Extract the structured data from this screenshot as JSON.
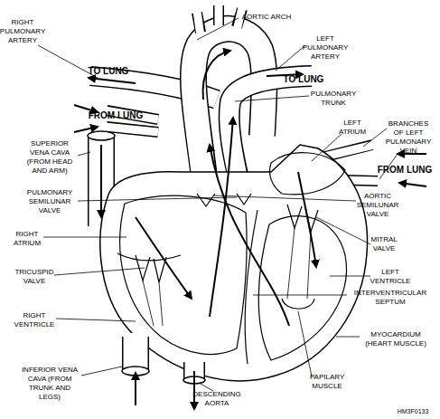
{
  "diagram": {
    "labels": [
      "RIGHT PULMONARY ARTERY",
      "AORTIC ARCH",
      "LEFT PULMONARY ARTERY",
      "TO LUNG",
      "TO LUNG",
      "PULMONARY TRUNK",
      "FROM LUNG",
      "LEFT ATRIUM",
      "BRANCHES OF LEFT PULMONARY VEIN",
      "SUPERIOR VENA CAVA (FROM HEAD AND ARM)",
      "FROM LUNG",
      "PULMONARY SEMILUNAR VALVE",
      "AORTIC SEMILUNAR VALVE",
      "RIGHT ATRIUM",
      "MITRAL VALVE",
      "LEFT VENTRICLE",
      "TRICUSPID VALVE",
      "INTERVENTRICULAR SEPTUM",
      "RIGHT VENTRICLE",
      "MYOCARDIUM (HEART MUSCLE)",
      "INFERIOR VENA CAVA (FROM TRUNK AND LEGS)",
      "PAPILARY MUSCLE",
      "DESCENDING AORTA",
      "HM3F0133"
    ]
  }
}
